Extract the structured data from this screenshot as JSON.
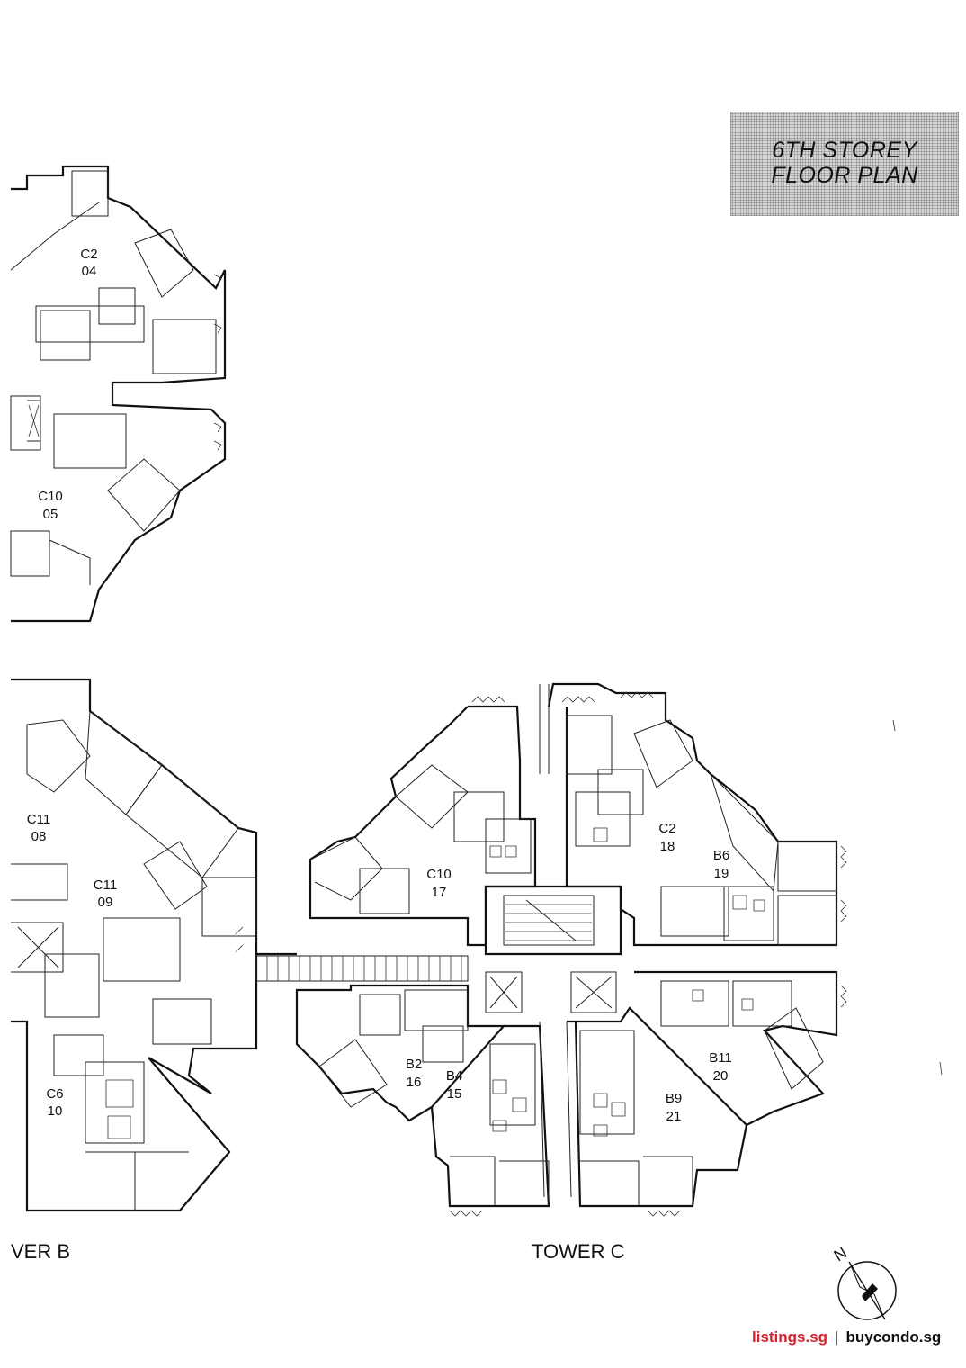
{
  "title": {
    "line1": "6TH  STOREY",
    "line2": "FLOOR PLAN"
  },
  "towers": {
    "left": "VER B",
    "right": "TOWER C"
  },
  "compass": {
    "label": "N"
  },
  "units": [
    {
      "type": "C2",
      "number": "04"
    },
    {
      "type": "C10",
      "number": "05"
    },
    {
      "type": "C11",
      "number": "08"
    },
    {
      "type": "C11",
      "number": "09"
    },
    {
      "type": "C6",
      "number": "10"
    },
    {
      "type": "C10",
      "number": "17"
    },
    {
      "type": "C2",
      "number": "18"
    },
    {
      "type": "B6",
      "number": "19"
    },
    {
      "type": "B2",
      "number": "16"
    },
    {
      "type": "B4",
      "number": "15"
    },
    {
      "type": "B9",
      "number": "21"
    },
    {
      "type": "B11",
      "number": "20"
    }
  ],
  "branding": {
    "site1": "listings.sg",
    "separator": "|",
    "site2": "buycondo.sg"
  }
}
